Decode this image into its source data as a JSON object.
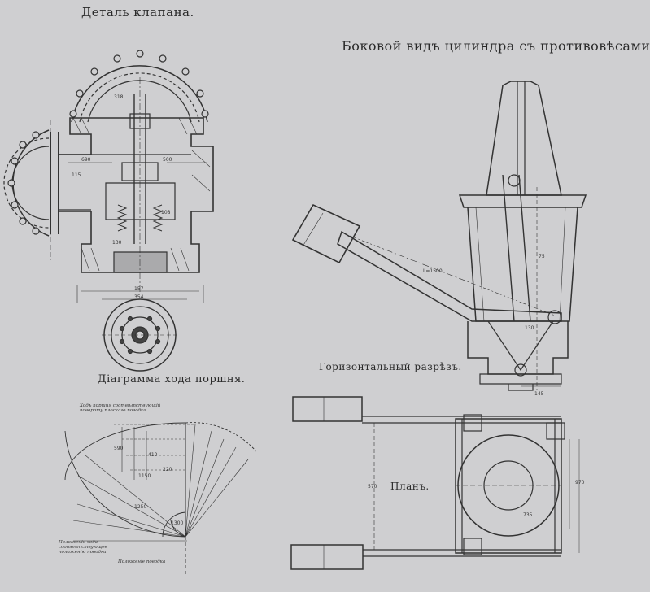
{
  "titles": {
    "valve_detail": "Деталь клапана.",
    "side_view": "Боковой видъ цилиндра съ противовѣсами.",
    "piston_diagram": "Діаграмма хода поршня.",
    "horizontal_section": "Горизонтальный разрѣзъ.",
    "plan": "Планъ."
  },
  "valve_dims": {
    "d1": "690",
    "d2": "500",
    "d3": "157",
    "d4": "354",
    "d5": "108",
    "d6": "130",
    "d7": "318",
    "d8": "115"
  },
  "side_dims": {
    "d1": "75",
    "d2": "145",
    "d3": "L=1500",
    "d4": "130"
  },
  "plan_dims": {
    "d1": "570",
    "d2": "970",
    "d3": "735"
  },
  "diagram_dims": {
    "d1": "1150",
    "d2": "1250",
    "d3": "1300",
    "d4": "590",
    "d5": "410",
    "d6": "220"
  },
  "diagram_notes": {
    "top": "Ходъ поршня соотвѣтствующій повороту плоскаго поводка",
    "left": "Положеніе хода соотвѣтствующее положенію поводка",
    "bottom": "Положеніе поводка"
  }
}
